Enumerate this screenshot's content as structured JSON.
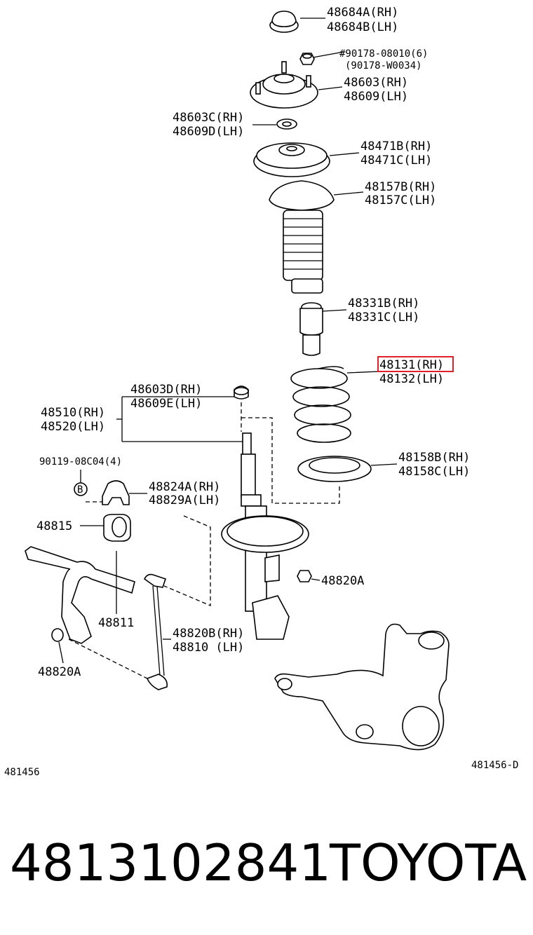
{
  "labels": {
    "p48684a": "48684A(RH)",
    "p48684b": "48684B(LH)",
    "p90178a": "#90178-08010(6)",
    "p90178b": "(90178-W0034)",
    "p48603": "48603(RH)",
    "p48609": "48609(LH)",
    "p48603c": "48603C(RH)",
    "p48609d": "48609D(LH)",
    "p48471b": "48471B(RH)",
    "p48471c": "48471C(LH)",
    "p48157b": "48157B(RH)",
    "p48157c": "48157C(LH)",
    "p48331b": "48331B(RH)",
    "p48331c": "48331C(LH)",
    "p48131": "48131(RH)",
    "p48132": "48132(LH)",
    "p48603d": "48603D(RH)",
    "p48609e": "48609E(LH)",
    "p48510": "48510(RH)",
    "p48520": "48520(LH)",
    "p90119": "90119-08C04(4)",
    "bMark": "B",
    "p48824a": "48824A(RH)",
    "p48829a": "48829A(LH)",
    "p48158b": "48158B(RH)",
    "p48158c": "48158C(LH)",
    "p48815": "48815",
    "p48820a_right": "48820A",
    "p48811": "48811",
    "p48820b": "48820B(RH)",
    "p48810": "48810 (LH)",
    "p48820a_left": "48820A",
    "code_left": "481456",
    "code_right": "481456-D"
  },
  "highlight_part": "48131(RH)",
  "highlight_color": "#e0202a",
  "footer": {
    "part_number": "4813102841",
    "brand": "TOYOTA"
  }
}
